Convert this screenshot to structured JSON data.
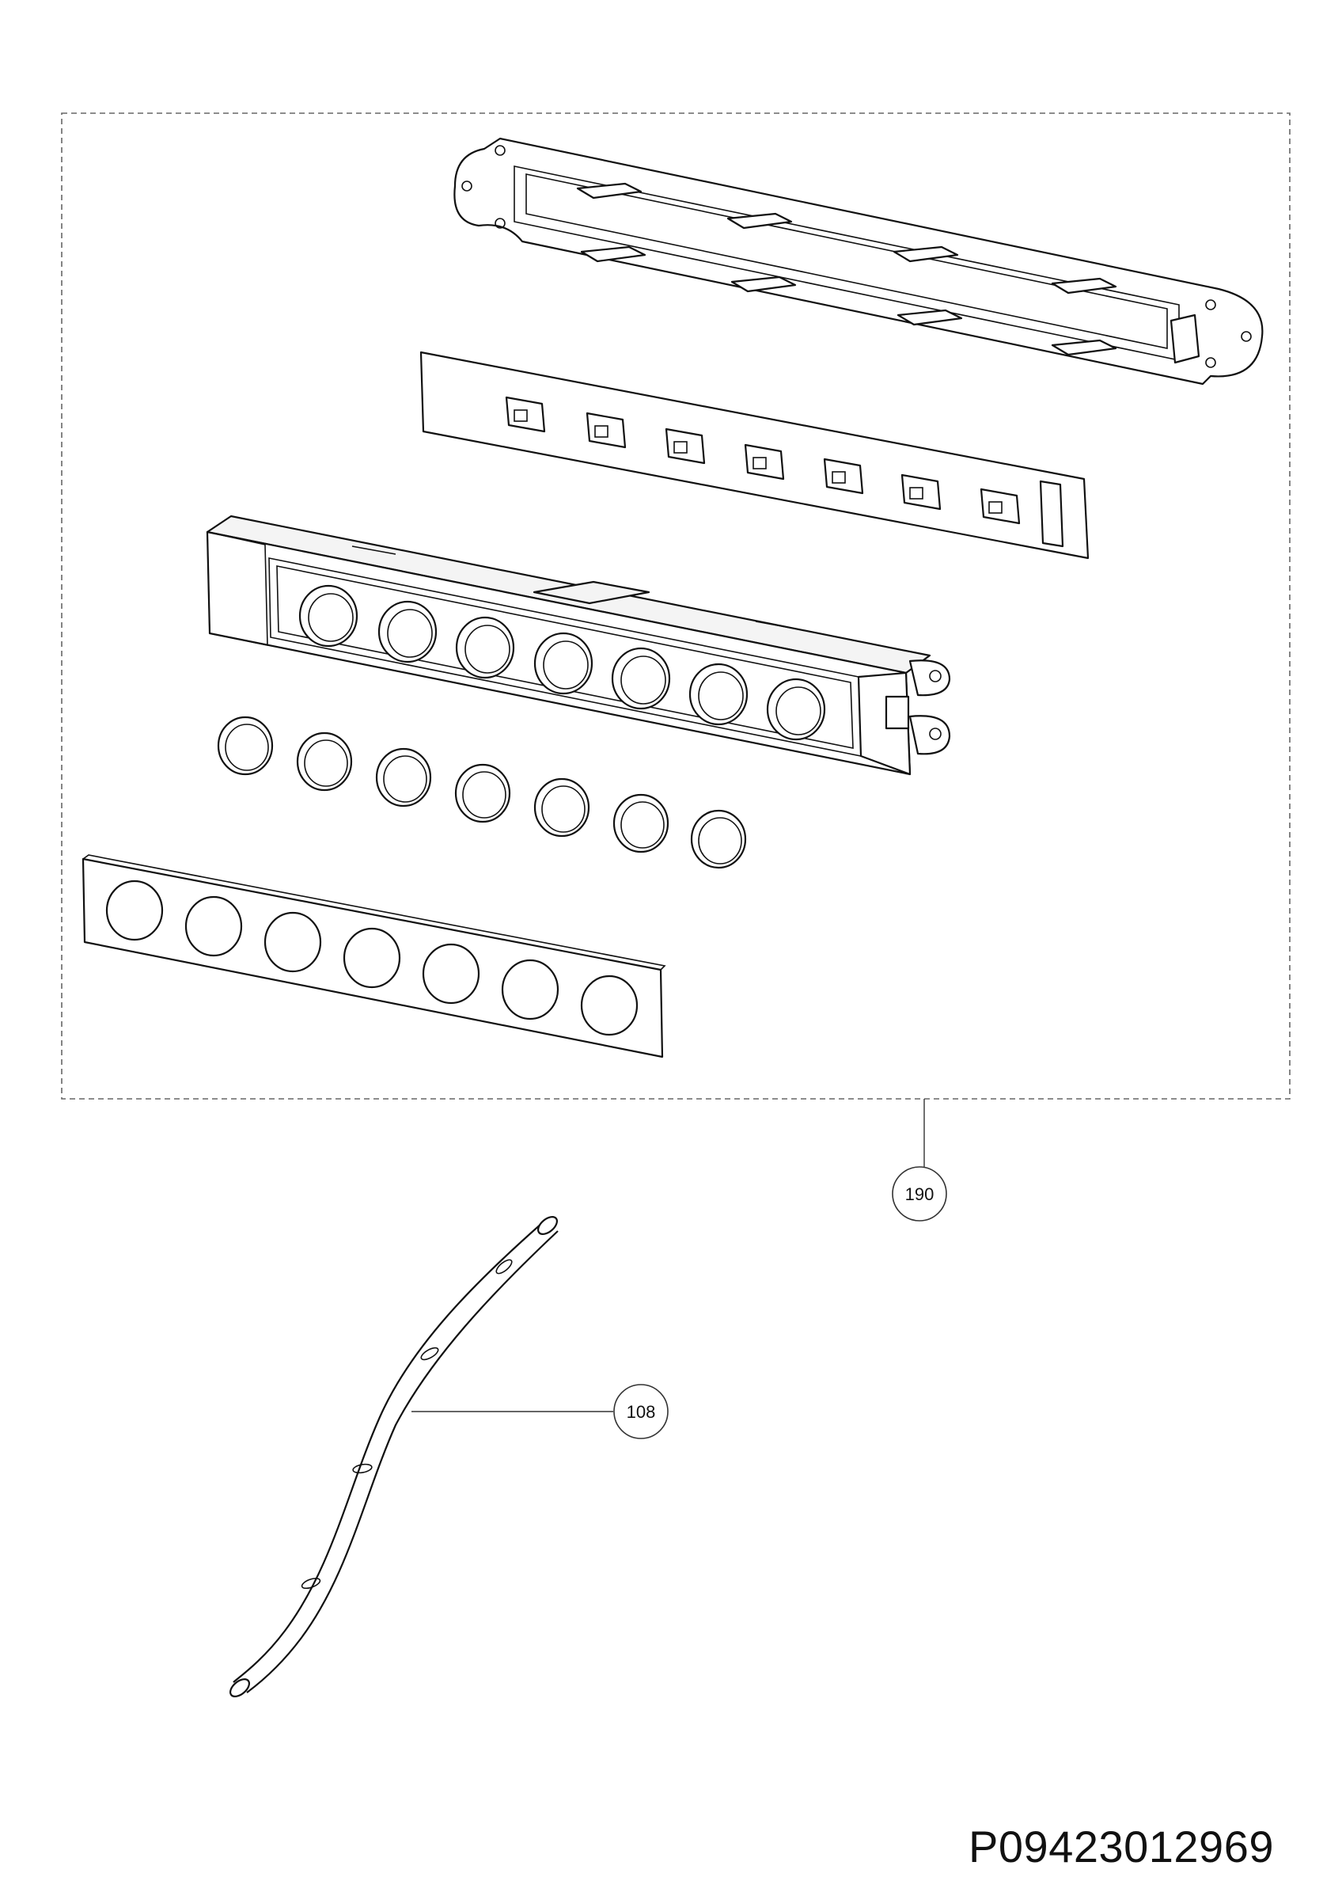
{
  "callouts": [
    {
      "id": "assembly",
      "label": "190"
    },
    {
      "id": "hose",
      "label": "108"
    }
  ],
  "document": {
    "code": "P09423012969"
  }
}
